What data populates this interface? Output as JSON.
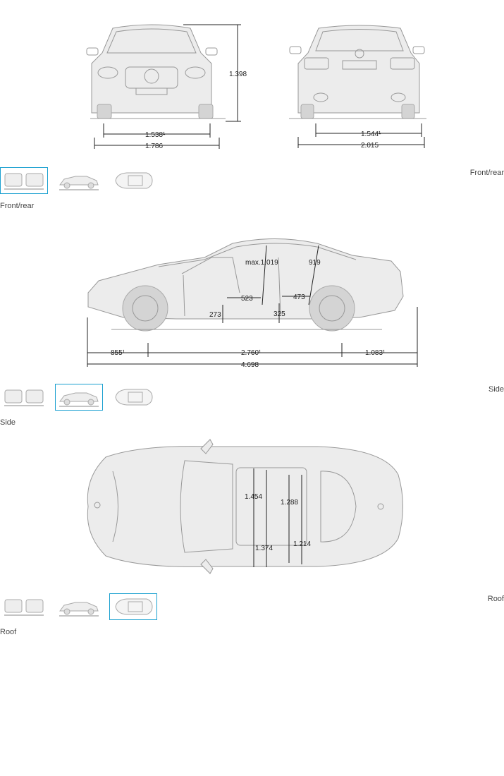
{
  "front_rear": {
    "caption": "Front/rear",
    "front": {
      "height": "1.398",
      "track": "1.538¹",
      "width": "1.786"
    },
    "rear": {
      "track": "1.544¹",
      "width": "2.015"
    }
  },
  "side": {
    "caption": "Side",
    "headroom_front": "max.1.019",
    "headroom_rear": "919",
    "legroom_front": "523",
    "legroom_rear": "473",
    "seat_height_front": "273",
    "seat_height_rear": "325",
    "front_overhang": "855¹",
    "wheelbase": "2.760¹",
    "rear_overhang": "1.083¹",
    "length": "4.698"
  },
  "roof": {
    "caption": "Roof",
    "shoulder_front": "1.454",
    "shoulder_rear": "1.288",
    "elbow_front": "1.374",
    "elbow_rear": "1.214"
  },
  "thumbnails": [
    {
      "label": "Front/rear"
    },
    {
      "label": "Side"
    },
    {
      "label": "Roof"
    }
  ],
  "colors": {
    "accent": "#1aa0d0",
    "line": "#999999",
    "dim": "#222222"
  }
}
